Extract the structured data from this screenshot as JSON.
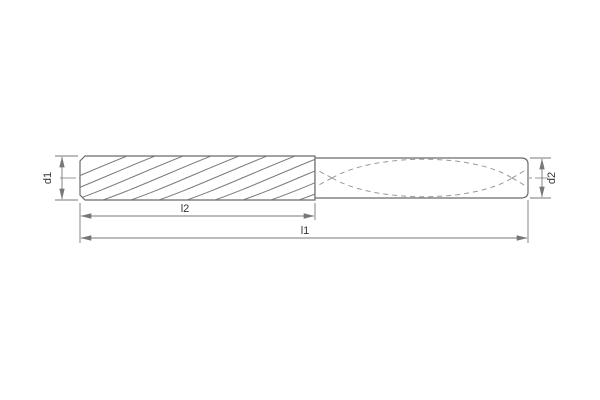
{
  "labels": {
    "d1": "d1",
    "d2": "d2",
    "l1": "l1",
    "l2": "l2"
  },
  "colors": {
    "background": "#ffffff",
    "outline": "#6b6b6b",
    "flute": "#7a7a7a",
    "dimension": "#777777",
    "centerline": "#9a9a9a",
    "text": "#333333"
  }
}
